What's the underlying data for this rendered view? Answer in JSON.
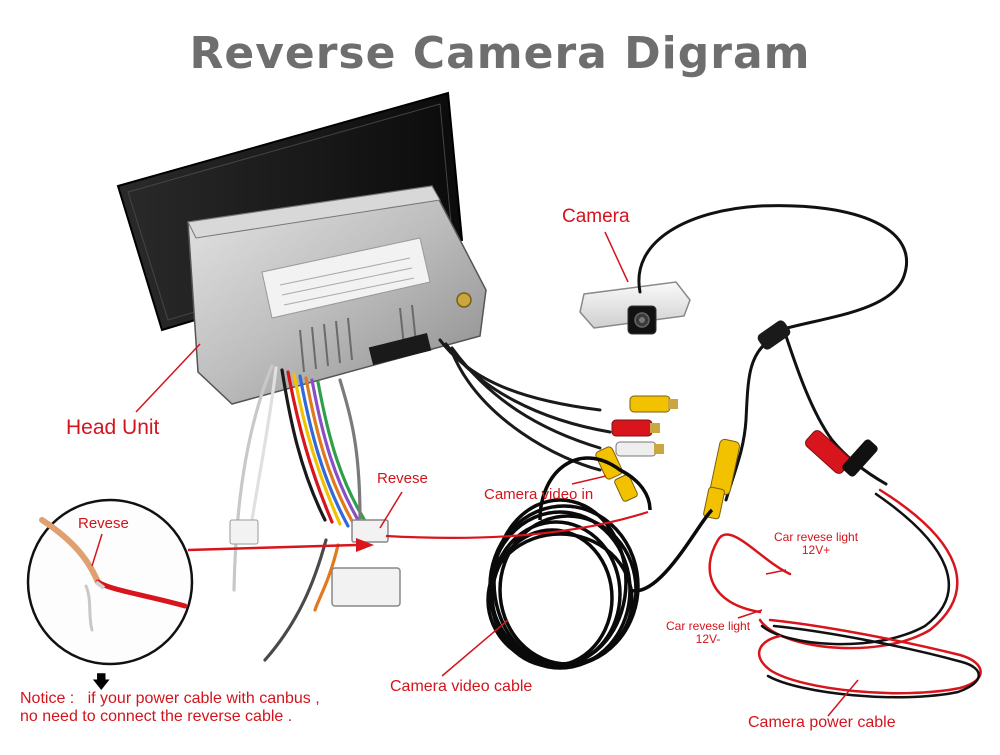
{
  "title": "Reverse Camera Digram",
  "labels": {
    "camera": "Camera",
    "head_unit": "Head Unit",
    "revese_circle": "Revese",
    "revese_main": "Revese",
    "camera_video_in": "Camera video in",
    "car_light_pos_line1": "Car revese light",
    "car_light_pos_line2": "12V+",
    "car_light_neg_line1": "Car revese light",
    "car_light_neg_line2": "12V-",
    "camera_video_cable": "Camera video cable",
    "camera_power_cable": "Camera power cable"
  },
  "notice": {
    "line1": "Notice :   if your power cable with canbus ,",
    "line2": "no need to connect the reverse cable ."
  },
  "colors": {
    "label_red": "#d4141c",
    "title_gray": "#6e6e6e",
    "rca_yellow": "#f2c200",
    "rca_red": "#d8151c",
    "cable_black": "#111111"
  }
}
